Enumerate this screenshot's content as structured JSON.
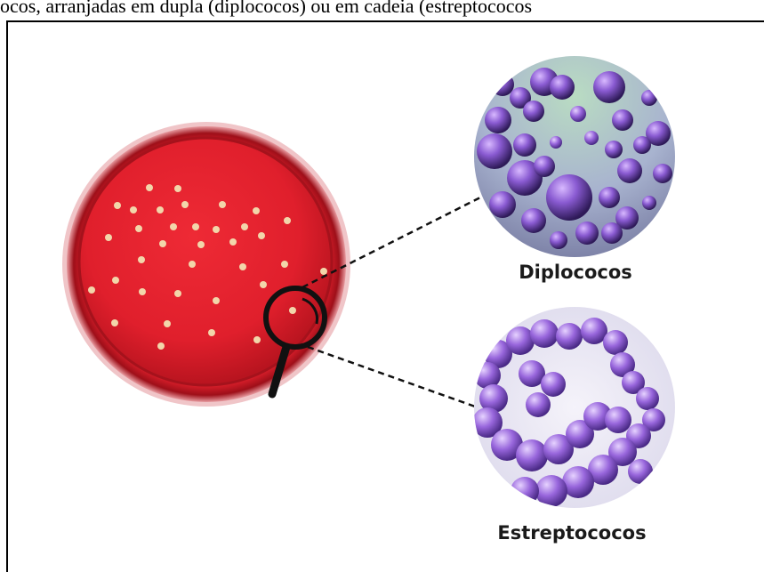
{
  "header": {
    "caption": "ocos, arranjadas em dupla (diplococos) ou em cadeia (estreptococos"
  },
  "labels": {
    "diplococos": "Diplococos",
    "estreptococos": "Estreptococos"
  },
  "colors": {
    "agar_red": "#e2222f",
    "dish_rim": "#c01a24",
    "colony": "#f3d9b0",
    "bacteria_purple": "#7a4fc4",
    "background": "#ffffff"
  },
  "icons": [
    "petri-dish-icon",
    "magnifier-icon",
    "diplococci-circle-image",
    "streptococci-circle-image"
  ]
}
